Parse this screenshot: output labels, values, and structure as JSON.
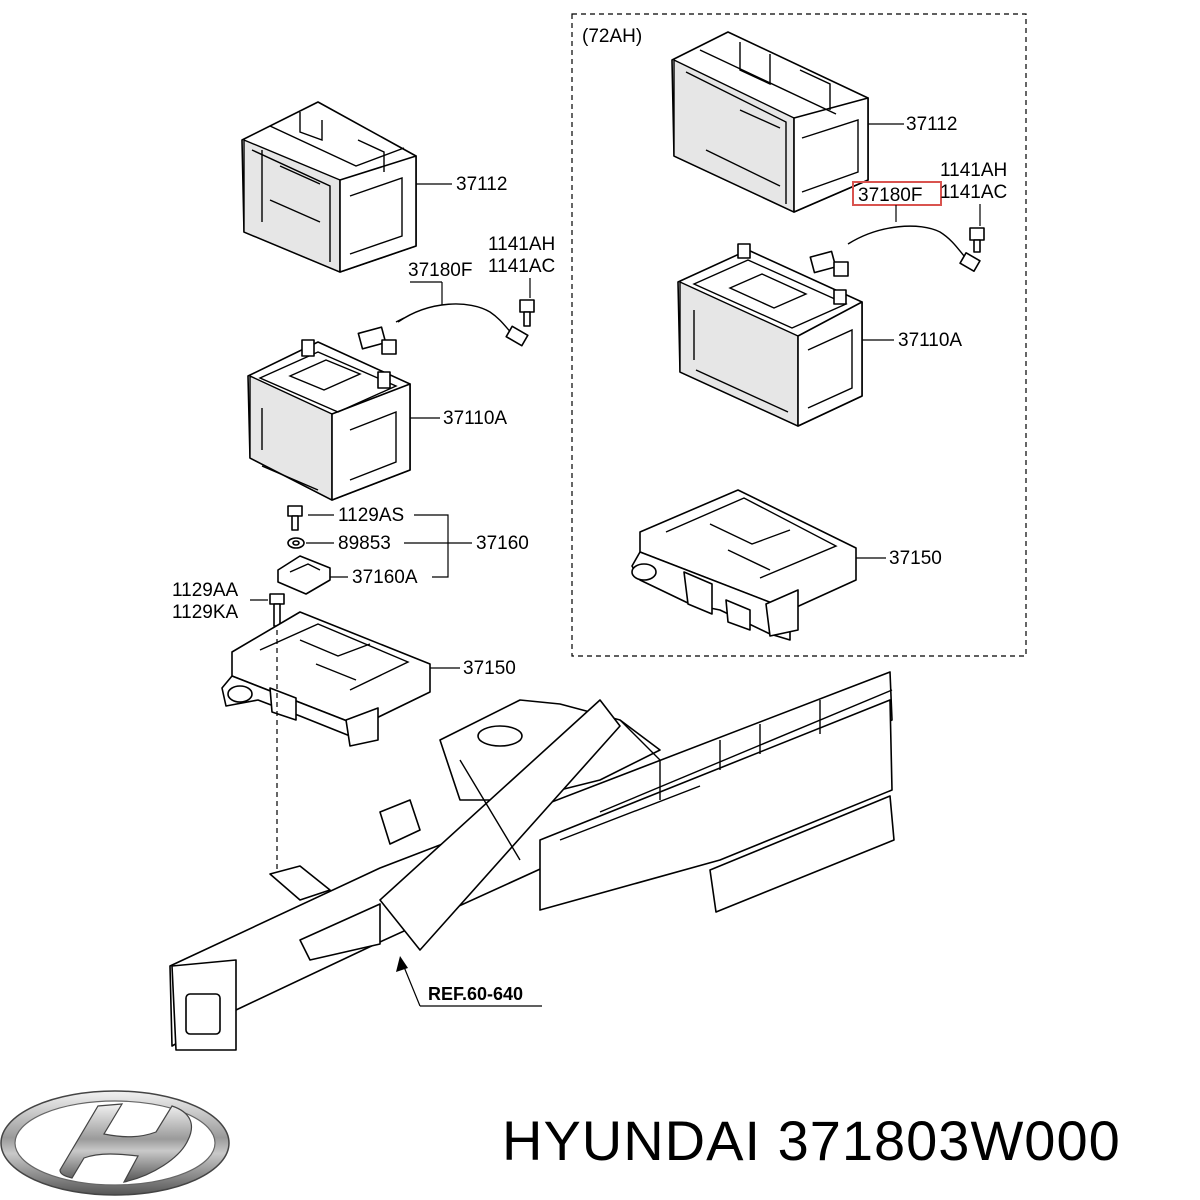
{
  "left_assembly": {
    "tray_label": "37112",
    "cable_label": "37180F",
    "bolt_label_1": "1141AH",
    "bolt_label_2": "1141AC",
    "battery_label": "37110A",
    "bolt_1129as": "1129AS",
    "washer_label": "89853",
    "bracket_group": "37160",
    "bracket_label": "37160A",
    "bolt_1129aa": "1129AA",
    "bolt_1129ka": "1129KA",
    "base_tray_label": "37150",
    "ref_label": "REF.60-640"
  },
  "right_assembly": {
    "variant_label": "(72AH)",
    "tray_label": "37112",
    "cable_label": "37180F",
    "bolt_label_1": "1141AH",
    "bolt_label_2": "1141AC",
    "battery_label": "37110A",
    "base_tray_label": "37150",
    "highlight_color": "#d9534f"
  },
  "caption": {
    "text": "HYUNDAI 371803W000",
    "logo": "hyundai-logo"
  }
}
